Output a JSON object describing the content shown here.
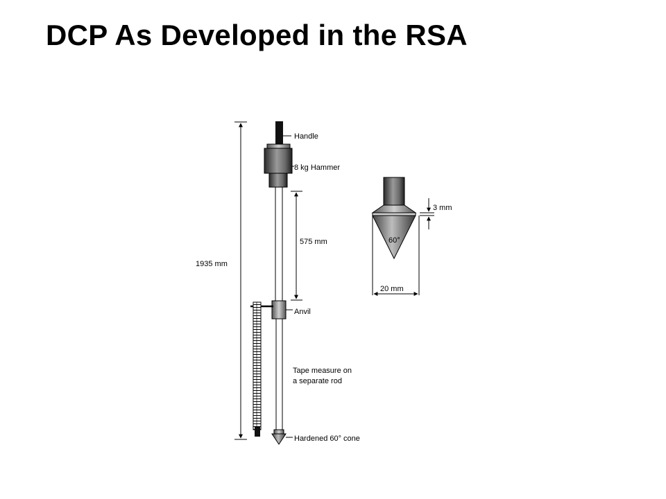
{
  "slide": {
    "title": "DCP As Developed in the RSA"
  },
  "diagram": {
    "labels": {
      "handle": "Handle",
      "hammer": "8 kg Hammer",
      "drop_height": "575 mm",
      "total_length": "1935 mm",
      "anvil": "Anvil",
      "tape_line1": "Tape measure on",
      "tape_line2": "a separate rod",
      "cone": "Hardened 60° cone",
      "cone_angle": "60°",
      "cone_offset": "3 mm",
      "cone_diameter": "20 mm"
    }
  }
}
